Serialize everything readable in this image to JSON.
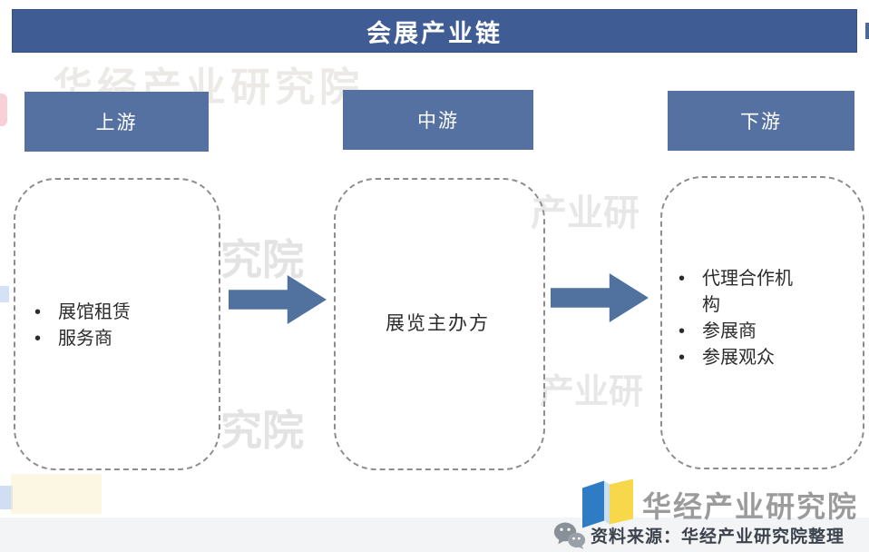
{
  "header": {
    "title": "会展产业链"
  },
  "stages": [
    {
      "label": "上游",
      "items": [
        "展馆租赁",
        "服务商"
      ]
    },
    {
      "label": "中游",
      "items": [
        "展览主办方"
      ]
    },
    {
      "label": "下游",
      "items": [
        "代理合作机构",
        "参展商",
        "参展观众"
      ]
    }
  ],
  "branding": {
    "logo_text": "华经产业研究院",
    "source_text": "资料来源：华经产业研究院整理"
  },
  "watermark": {
    "full_text": "华经产业研究院",
    "fragments": [
      "究院",
      "究院",
      "产业研",
      "产业研"
    ]
  },
  "colors": {
    "title_bar": "#3f5d94",
    "stage_header": "#5571a2",
    "arrow": "#51719f",
    "dashed_border": "#8d8d8d",
    "logo_blue": "#2d7cc4",
    "logo_yellow": "#f6d84a",
    "logo_text_gray": "#9b9b9b",
    "source_text": "#3d434d",
    "bottom_band": "#f2f4f6"
  }
}
